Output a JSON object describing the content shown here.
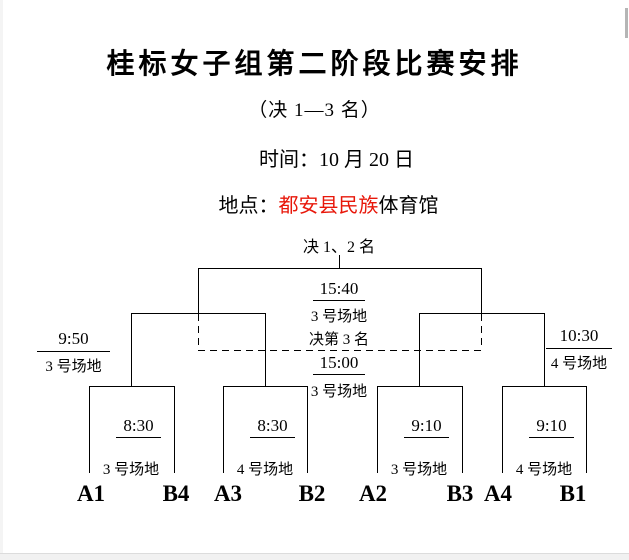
{
  "page": {
    "title": "桂标女子组第二阶段比赛安排",
    "subtitle": "（决 1—3 名）",
    "time_line": "时间：10 月 20 日",
    "location_label": "地点：",
    "location_highlight": "都安县民族",
    "location_rest": "体育馆"
  },
  "colors": {
    "location_highlight_red": "#e8170a",
    "line_black": "#000000"
  },
  "bracket": {
    "final_label": "决 1、2 名",
    "final": {
      "time": "15:40",
      "venue": "3 号场地"
    },
    "third_place_label": "决第 3 名",
    "third_place": {
      "time": "15:00",
      "venue": "3 号场地"
    },
    "semifinal_left": {
      "time": "9:50",
      "venue": "3 号场地"
    },
    "semifinal_right": {
      "time": "10:30",
      "venue": "4 号场地"
    },
    "quarterfinals": [
      {
        "time": "8:30",
        "venue": "3 号场地",
        "team_left": "A1",
        "team_right": "B4"
      },
      {
        "time": "8:30",
        "venue": "4 号场地",
        "team_left": "A3",
        "team_right": "B2"
      },
      {
        "time": "9:10",
        "venue": "3 号场地",
        "team_left": "A2",
        "team_right": "B3"
      },
      {
        "time": "9:10",
        "venue": "4 号场地",
        "team_left": "A4",
        "team_right": "B1"
      }
    ]
  }
}
